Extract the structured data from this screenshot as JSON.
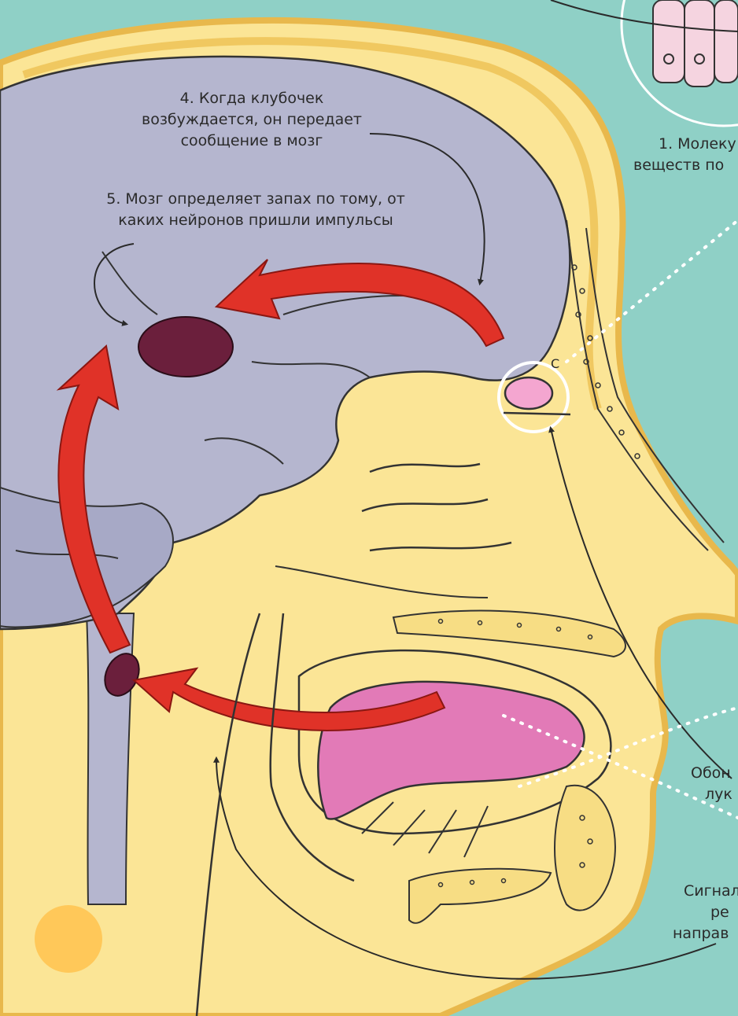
{
  "labels": {
    "step4": {
      "line1": "4. Когда клубочек",
      "line2": "возбуждается, он передает",
      "line3": "сообщение в мозг"
    },
    "step5": {
      "line1": "5. Мозг определяет запах по тому, от",
      "line2": "каких нейронов пришли импульсы"
    },
    "step1": {
      "line1": "1. Молеку",
      "line2": "веществ по"
    },
    "bulb": {
      "line1": "Обон",
      "line2": "лук"
    },
    "signal": {
      "line1": "Сигнал",
      "line2": "ре",
      "line3": "направ"
    },
    "marker_c": "C"
  },
  "colors": {
    "background": "#8fd0c6",
    "head_skin": "#fbe596",
    "head_outline": "#e8b84c",
    "brain": "#b5b6cf",
    "brain_dark": "#9a9cbb",
    "smell_center": "#6b1f3c",
    "olfactory_bulb": "#f4a6d0",
    "tongue": "#e27ab7",
    "arrow": "#e03228",
    "bone": "#f7dd84",
    "orange_dot": "#ffc859",
    "receptor_cells": "#f5d4e0"
  }
}
